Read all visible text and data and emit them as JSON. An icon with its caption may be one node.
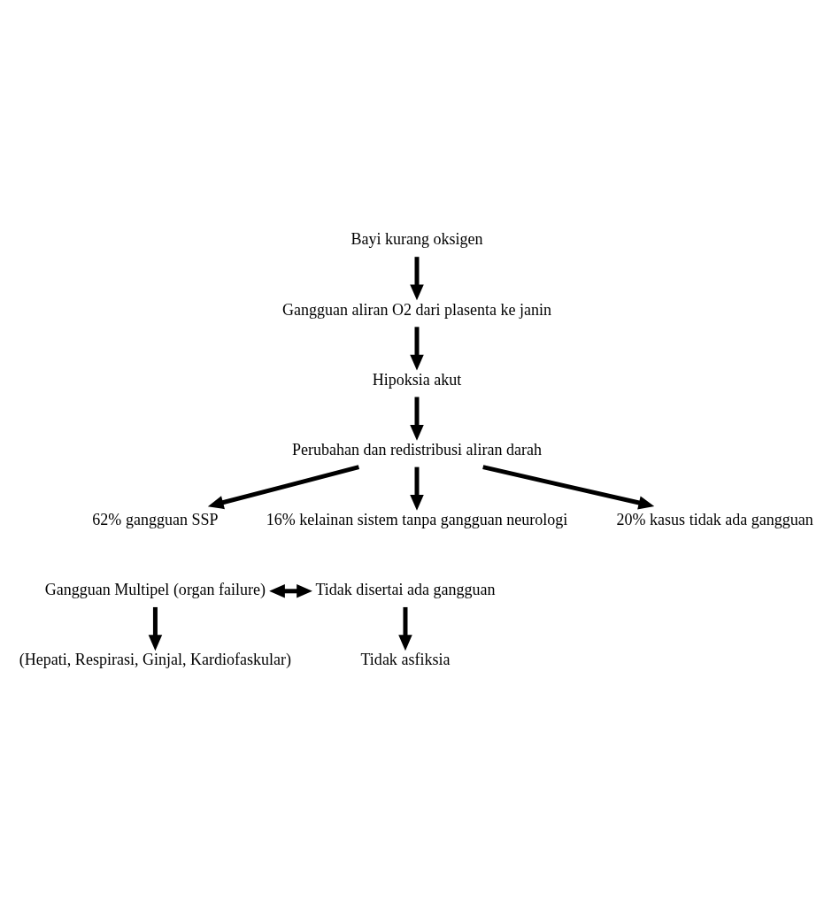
{
  "diagram": {
    "nodes": [
      {
        "text": [
          "Bayi kurang oksigen"
        ]
      },
      {
        "text": [
          "Gangguan aliran O2 dari plasenta ke janin"
        ]
      },
      {
        "text": [
          "Hipoksia akut"
        ]
      },
      {
        "text": [
          "Perubahan dan redistribusi aliran darah"
        ]
      },
      {
        "text": [
          "62% gangguan SSP"
        ]
      },
      {
        "text": [
          "16% kelainan sistem tanpa gangguan neurologi"
        ]
      },
      {
        "text": [
          "20% kasus tidak ada gangguan"
        ]
      },
      {
        "text": [
          "Gangguan Multipel (organ failure)"
        ]
      },
      {
        "text": [
          "Tidak disertai ada gangguan"
        ]
      },
      {
        "text": [
          "(Hepati, Respirasi, Ginjal, Kardiofaskular)"
        ]
      },
      {
        "text": [
          "Tidak asfiksia"
        ]
      }
    ],
    "edges": [
      {
        "from": 0,
        "to": 1,
        "arrow": "to"
      },
      {
        "from": 1,
        "to": 2,
        "arrow": "to"
      },
      {
        "from": 2,
        "to": 3,
        "arrow": "to"
      },
      {
        "from": 3,
        "to": 4,
        "arrow": "to"
      },
      {
        "from": 3,
        "to": 5,
        "arrow": "to"
      },
      {
        "from": 3,
        "to": 6,
        "arrow": "to"
      },
      {
        "from": 7,
        "to": 8,
        "arrow": "both"
      },
      {
        "from": 7,
        "to": 9,
        "arrow": "to"
      },
      {
        "from": 8,
        "to": 10,
        "arrow": "to"
      }
    ]
  }
}
